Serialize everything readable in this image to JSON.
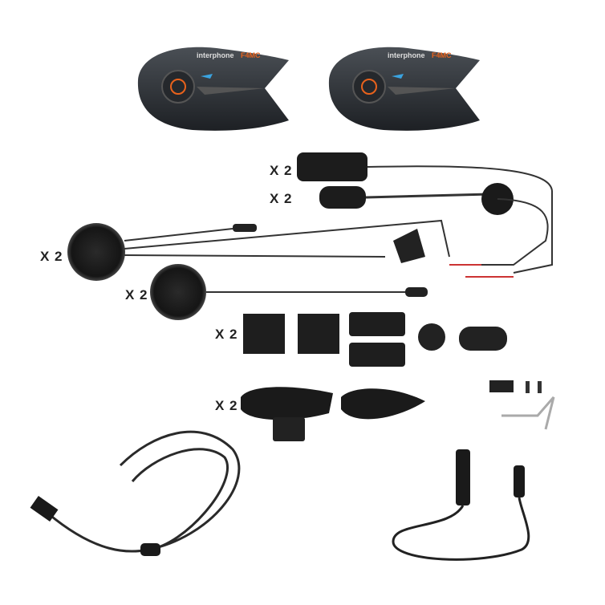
{
  "product": {
    "brand": "interphone",
    "model": "F4MC",
    "quantity_labels": [
      "X 2",
      "X 2",
      "X 2",
      "X 2",
      "X 2",
      "X 2"
    ]
  },
  "colors": {
    "device_body": "#2b2f33",
    "accent_orange": "#e8621c",
    "accent_blue": "#3aa3e0",
    "cable": "#333333",
    "foam": "#1c1c1c"
  }
}
